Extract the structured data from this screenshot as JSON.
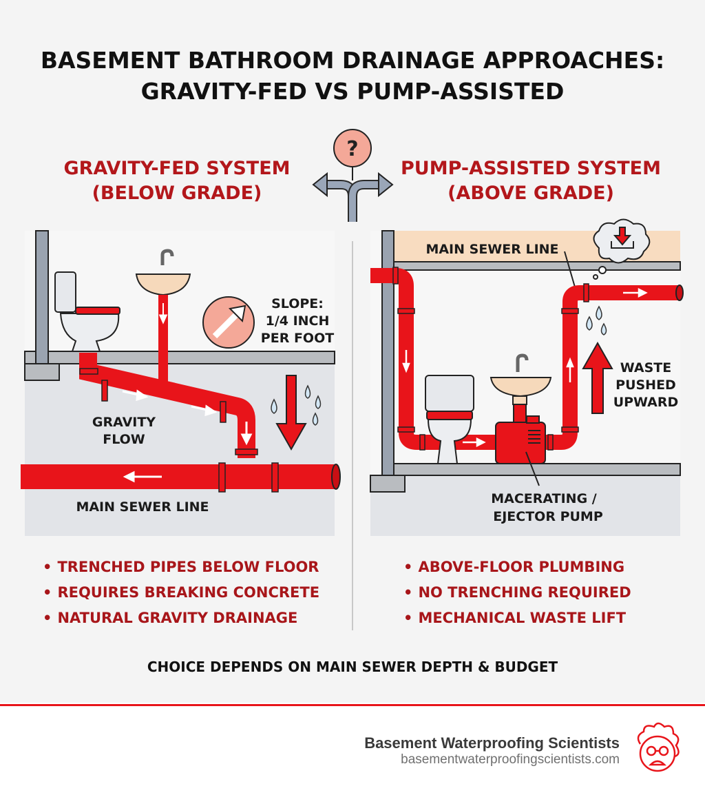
{
  "title": {
    "line1": "BASEMENT BATHROOM DRAINAGE APPROACHES:",
    "line2": "GRAVITY-FED VS PUMP-ASSISTED"
  },
  "center_icon": {
    "symbol": "?",
    "name": "question-split-arrows-icon"
  },
  "left": {
    "heading_line1": "GRAVITY-FED SYSTEM",
    "heading_line2": "(BELOW GRADE)",
    "slope_label": [
      "SLOPE:",
      "1/4 INCH",
      "PER FOOT"
    ],
    "flow_label": [
      "GRAVITY",
      "FLOW"
    ],
    "sewer_label": "MAIN SEWER LINE",
    "bullets": [
      "TRENCHED PIPES BELOW FLOOR",
      "REQUIRES BREAKING CONCRETE",
      "NATURAL GRAVITY DRAINAGE"
    ]
  },
  "right": {
    "heading_line1": "PUMP-ASSISTED SYSTEM",
    "heading_line2": "(ABOVE GRADE)",
    "sewer_label": "MAIN SEWER LINE",
    "waste_label": [
      "WASTE",
      "PUSHED",
      "UPWARD"
    ],
    "pump_label": [
      "MACERATING /",
      "EJECTOR PUMP"
    ],
    "bullets": [
      "ABOVE-FLOOR PLUMBING",
      "NO TRENCHING REQUIRED",
      "MECHANICAL WASTE LIFT"
    ]
  },
  "bullet_symbol": "•",
  "caption": "CHOICE DEPENDS ON MAIN SEWER DEPTH & BUDGET",
  "footer": {
    "brand": "Basement Waterproofing Scientists",
    "url": "basementwaterproofingscientists.com",
    "logo": "scientist-face-logo"
  },
  "colors": {
    "pipe": "#e8141a",
    "heading": "#b3171b",
    "accent_line": "#e8141a",
    "background": "#f4f4f4"
  }
}
